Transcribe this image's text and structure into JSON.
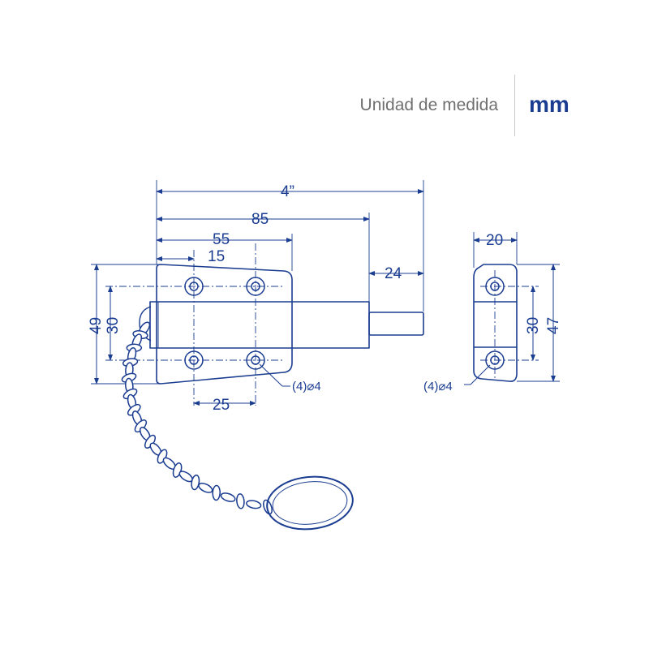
{
  "header": {
    "unit_label": "Unidad de medida",
    "unit_value": "mm"
  },
  "dimensions": {
    "overall_length": "4”",
    "length_85": "85",
    "length_55": "55",
    "offset_15": "15",
    "bolt_extension": "24",
    "height_49": "49",
    "hole_spacing_30": "30",
    "hole_spacing_25": "25",
    "holes_main": "(4)⌀4",
    "keeper_width": "20",
    "keeper_spacing_30": "30",
    "keeper_height_47": "47",
    "holes_keeper": "(4)⌀4"
  },
  "colors": {
    "line": "#1b3d91",
    "label_grey": "#6f6f6f",
    "accent": "#1b3d91"
  }
}
